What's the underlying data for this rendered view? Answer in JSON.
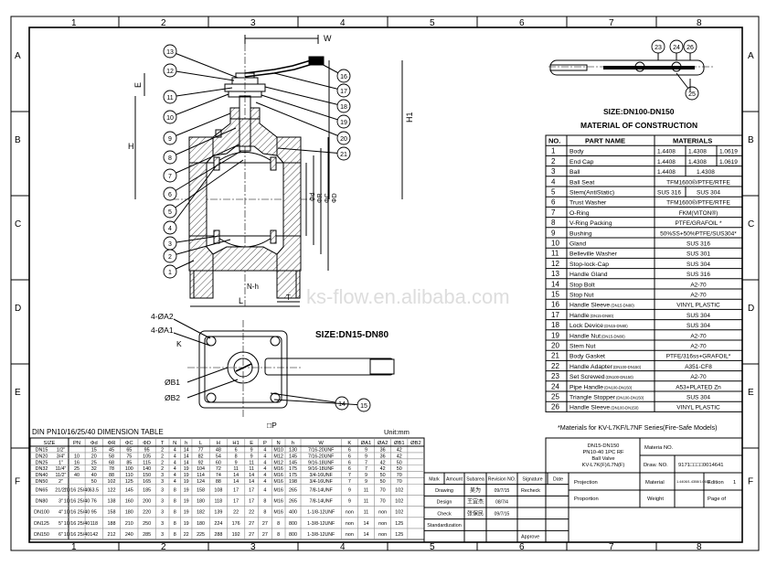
{
  "frame": {
    "cols": [
      "1",
      "2",
      "3",
      "4",
      "5",
      "6",
      "7",
      "8"
    ],
    "rows": [
      "A",
      "B",
      "C",
      "D",
      "E",
      "F"
    ]
  },
  "watermark": "ks-flow.en.alibaba.com",
  "dims": {
    "W": "W",
    "H": "H",
    "H1": "H1",
    "E": "E",
    "L": "L",
    "T": "T",
    "Nh": "N-h",
    "Pd": "Φd",
    "PR": "ΦR",
    "PC": "ΦC",
    "PD": "ΦD"
  },
  "balloons": [
    "1",
    "2",
    "3",
    "4",
    "5",
    "6",
    "7",
    "8",
    "9",
    "10",
    "11",
    "12",
    "13",
    "14",
    "15",
    "16",
    "17",
    "18",
    "19",
    "20",
    "21",
    "22",
    "23",
    "24",
    "25",
    "26"
  ],
  "size_big": "SIZE:DN100-DN150",
  "size_small": "SIZE:DN15-DN80",
  "bottom_view": {
    "labels": [
      "4-ØA2",
      "4-ØA1",
      "K",
      "ØB1",
      "ØB2",
      "□P"
    ]
  },
  "materials": {
    "title": "MATERIAL OF CONSTRUCTION",
    "head": {
      "no": "NO.",
      "part": "PART NAME",
      "mat": "MATERIALS"
    },
    "rows": [
      {
        "no": "1",
        "part": "Body",
        "a": "1.4408",
        "b": "1.4308",
        "c": "1.0619"
      },
      {
        "no": "2",
        "part": "End Cap",
        "a": "1.4408",
        "b": "1.4308",
        "c": "1.0619"
      },
      {
        "no": "3",
        "part": "Ball",
        "a": "1.4408",
        "b": "1.4308",
        "c": ""
      },
      {
        "no": "4",
        "part": "Ball Seat",
        "a": "TFM1600®/PTFE/RTFE",
        "b": "",
        "c": ""
      },
      {
        "no": "5",
        "part": "Stem(AntiStatic)",
        "a": "SUS 316",
        "b": "SUS 304",
        "c": ""
      },
      {
        "no": "6",
        "part": "Trust Washer",
        "a": "TFM1600®/PTFE/RTFE",
        "b": "",
        "c": ""
      },
      {
        "no": "7",
        "part": "O-Ring",
        "a": "FKM(VITON®)",
        "b": "",
        "c": ""
      },
      {
        "no": "8",
        "part": "V-Ring Packing",
        "a": "PTFE/GRAFOIL *",
        "b": "",
        "c": ""
      },
      {
        "no": "9",
        "part": "Bushing",
        "a": "50%SS+50%PTFE/SUS304*",
        "b": "",
        "c": ""
      },
      {
        "no": "10",
        "part": "Gland",
        "a": "SUS 316",
        "b": "",
        "c": ""
      },
      {
        "no": "11",
        "part": "Belleville Washer",
        "a": "SUS 301",
        "b": "",
        "c": ""
      },
      {
        "no": "12",
        "part": "Stop-lock-Cap",
        "a": "SUS 304",
        "b": "",
        "c": ""
      },
      {
        "no": "13",
        "part": "Handle Gland",
        "a": "SUS 316",
        "b": "",
        "c": ""
      },
      {
        "no": "14",
        "part": "Stop Bolt",
        "a": "A2-70",
        "b": "",
        "c": ""
      },
      {
        "no": "15",
        "part": "Stop Nut",
        "a": "A2-70",
        "b": "",
        "c": ""
      },
      {
        "no": "16",
        "part": "Handle Sleeve",
        "sub": "(DN15-DN80)",
        "a": "VINYL PLASTIC",
        "b": "",
        "c": ""
      },
      {
        "no": "17",
        "part": "Handle",
        "sub": "(DN15-DN80)",
        "a": "SUS 304",
        "b": "",
        "c": ""
      },
      {
        "no": "18",
        "part": "Lock Device",
        "sub": "(DN15-DN80)",
        "a": "SUS 304",
        "b": "",
        "c": ""
      },
      {
        "no": "19",
        "part": "Handle Nut",
        "sub": "(DN15-DN80)",
        "a": "A2-70",
        "b": "",
        "c": ""
      },
      {
        "no": "20",
        "part": "Stem Nut",
        "a": "A2-70",
        "b": "",
        "c": ""
      },
      {
        "no": "21",
        "part": "Body Gasket",
        "a": "PTFE/316ss+GRAFOIL*",
        "b": "",
        "c": ""
      },
      {
        "no": "22",
        "part": "Handle Adapter",
        "sub": "(DN100-DN150)",
        "a": "A351-CF8",
        "b": "",
        "c": ""
      },
      {
        "no": "23",
        "part": "Set Screwed",
        "sub": "(DN100-DN150)",
        "a": "A2-70",
        "b": "",
        "c": ""
      },
      {
        "no": "24",
        "part": "Pipe Handle",
        "sub": "(DN100-DN150)",
        "a": "A53+PLATED Zn",
        "b": "",
        "c": ""
      },
      {
        "no": "25",
        "part": "Triangle Stopper",
        "sub": "(DN100-DN150)",
        "a": "SUS 304",
        "b": "",
        "c": ""
      },
      {
        "no": "26",
        "part": "Handle Sleeve",
        "sub": "(DN100-DN150)",
        "a": "VINYL PLASTIC",
        "b": "",
        "c": ""
      }
    ],
    "footnote": "*Materials for KV-L7KF/L7NF Series(Fire-Safe Models)"
  },
  "dim_table": {
    "title": "DIN PN10/16/25/40 DIMENSION TABLE",
    "unit": "Unit:mm",
    "headers": [
      "SIZE",
      "",
      "PN",
      "Φd",
      "ΦR",
      "ΦC",
      "ΦD",
      "T",
      "N",
      "h",
      "L",
      "H",
      "H1",
      "E",
      "P",
      "N",
      "h",
      "W",
      "K",
      "ØA1",
      "ØA2",
      "ØB1",
      "ØB2"
    ],
    "rows": [
      [
        "DN15",
        "1/2\"",
        "",
        "15",
        "45",
        "65",
        "95",
        "2",
        "4",
        "14",
        "77",
        "48",
        "6",
        "9",
        "4",
        "M10",
        "130",
        "7/16-20UNF",
        "6",
        "9",
        "36",
        "42"
      ],
      [
        "DN20",
        "3/4\"",
        "10",
        "20",
        "58",
        "75",
        "105",
        "2",
        "4",
        "14",
        "82",
        "54",
        "8",
        "9",
        "4",
        "M12",
        "145",
        "7/16-20UNF",
        "6",
        "9",
        "36",
        "42"
      ],
      [
        "DN25",
        "1\"",
        "16",
        "25",
        "68",
        "85",
        "115",
        "2",
        "4",
        "14",
        "92",
        "60",
        "9",
        "11",
        "4",
        "M12",
        "145",
        "9/16-18UNF",
        "6",
        "7",
        "42",
        "50"
      ],
      [
        "DN32",
        "11/4\"",
        "25",
        "32",
        "78",
        "100",
        "140",
        "2",
        "4",
        "19",
        "104",
        "72",
        "11",
        "11",
        "4",
        "M16",
        "175",
        "9/16-18UNF",
        "6",
        "7",
        "42",
        "50"
      ],
      [
        "DN40",
        "11/2\"",
        "40",
        "40",
        "88",
        "110",
        "150",
        "3",
        "4",
        "19",
        "114",
        "74",
        "14",
        "14",
        "4",
        "M16",
        "175",
        "3/4-16UNF",
        "7",
        "9",
        "50",
        "70"
      ],
      [
        "DN50",
        "2\"",
        "",
        "50",
        "102",
        "125",
        "165",
        "3",
        "4",
        "19",
        "124",
        "88",
        "14",
        "14",
        "4",
        "M16",
        "198",
        "3/4-16UNF",
        "7",
        "9",
        "50",
        "70"
      ],
      [
        "DN65",
        "21/2\"",
        "10/16 25/40",
        "63.5",
        "122",
        "145",
        "185",
        "3",
        "8",
        "19",
        "158",
        "108",
        "17",
        "17",
        "4",
        "M16",
        "265",
        "7/8-14UNF",
        "9",
        "11",
        "70",
        "102"
      ],
      [
        "DN80",
        "3\"",
        "10/16 25/40",
        "76",
        "138",
        "160",
        "200",
        "3",
        "8",
        "19",
        "180",
        "118",
        "17",
        "17",
        "8",
        "M16",
        "265",
        "7/8-14UNF",
        "9",
        "11",
        "70",
        "102"
      ],
      [
        "DN100",
        "4\"",
        "10/16 25/40",
        "95",
        "158",
        "180",
        "220",
        "3",
        "8",
        "19",
        "182",
        "139",
        "22",
        "22",
        "8",
        "M16",
        "400",
        "1-1/8-12UNF",
        "non",
        "11",
        "non",
        "102"
      ],
      [
        "DN125",
        "5\"",
        "10/16 25/40",
        "118",
        "188",
        "210",
        "250",
        "3",
        "8",
        "19",
        "180",
        "224",
        "176",
        "27",
        "27",
        "8",
        "800",
        "1-3/8-12UNF",
        "non",
        "14",
        "non",
        "125"
      ],
      [
        "DN150",
        "6\"",
        "10/16 25/40",
        "142",
        "212",
        "240",
        "285",
        "3",
        "8",
        "22",
        "225",
        "288",
        "192",
        "27",
        "27",
        "8",
        "800",
        "1-3/8-12UNF",
        "non",
        "14",
        "non",
        "125"
      ]
    ]
  },
  "revision": {
    "head": [
      "Mark",
      "Amount",
      "Subarea",
      "Revision NO.",
      "Signature",
      "Date"
    ],
    "rows": [
      {
        "label": "Drawing",
        "sign": "吴为",
        "date": "09/7/15"
      },
      {
        "label": "Design",
        "sign": "王宜杰",
        "date": "08/7/4"
      },
      {
        "label": "Check",
        "sign": "张保民",
        "date": "09/7/15"
      },
      {
        "label": "Standardization",
        "sign": "",
        "date": ""
      }
    ],
    "recheck": "Recheck",
    "approve": "Approve"
  },
  "title_block": {
    "desc": [
      "DN15-DN150",
      "PN10-40 1PC RF",
      "Ball Valve",
      "KV-L7K(F)/L7N(F)"
    ],
    "mat_no": "Materia NO.",
    "draw_no_label": "Draw. NO.",
    "draw_no": "9171□□□□0014641",
    "projection": "Projection",
    "material": "Material",
    "material_val": "1.4408/1.4308/1.0619",
    "edition": "Edition",
    "edition_val": "1",
    "proportion": "Proportion",
    "weight": "Weight",
    "page": "Page of"
  }
}
